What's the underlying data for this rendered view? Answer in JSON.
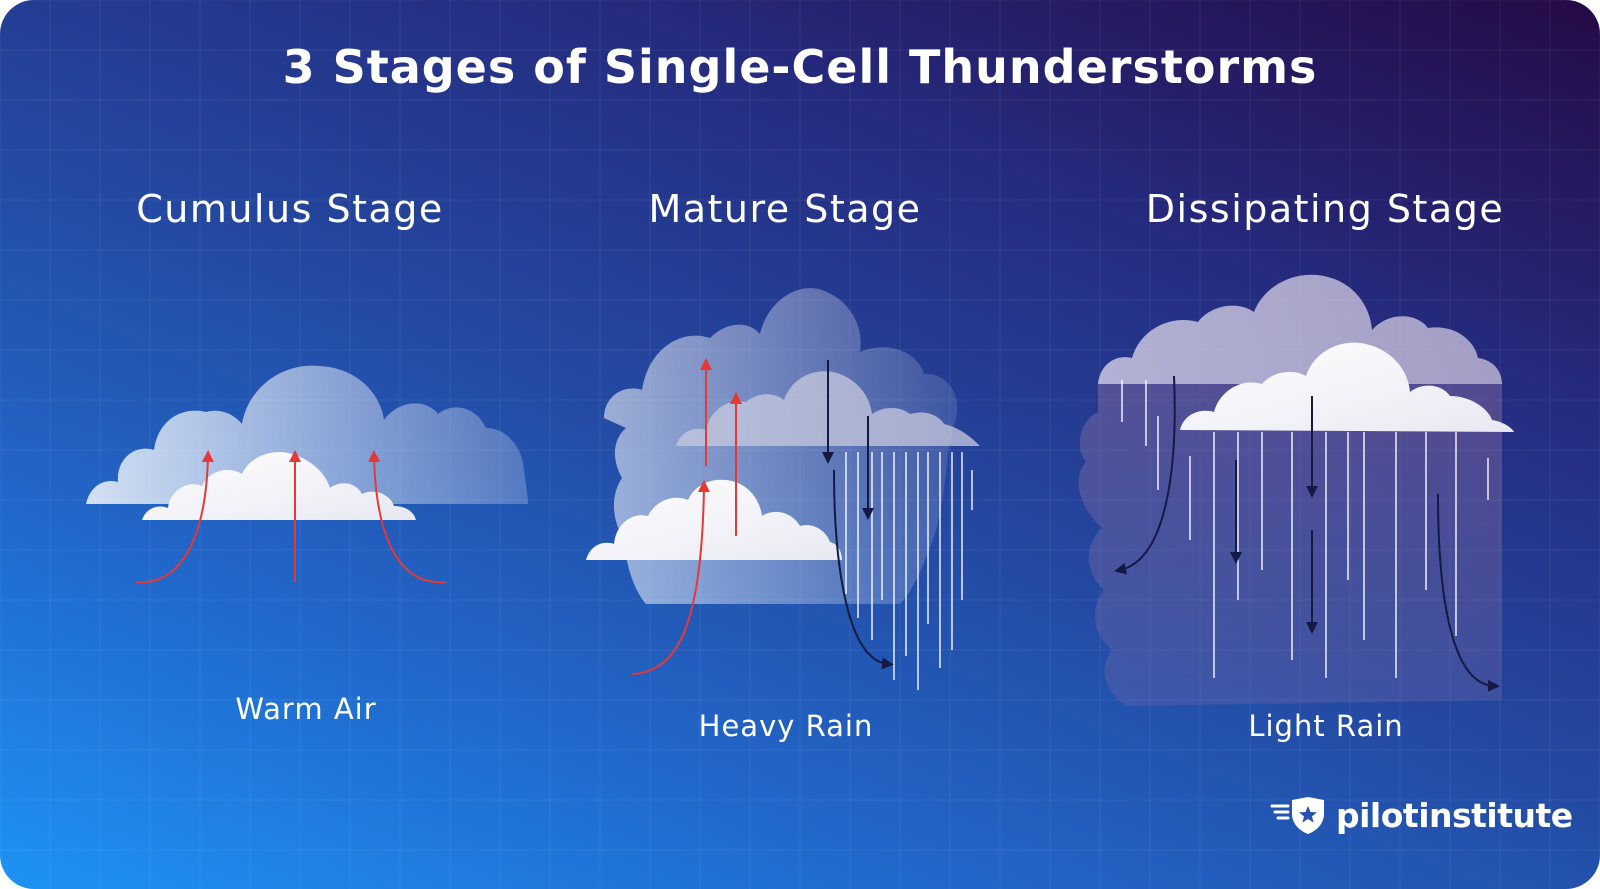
{
  "title": "3 Stages of Single-Cell Thunderstorms",
  "stages": [
    {
      "name": "Cumulus Stage",
      "caption": "Warm Air"
    },
    {
      "name": "Mature Stage",
      "caption": "Heavy Rain"
    },
    {
      "name": "Dissipating Stage",
      "caption": "Light Rain"
    }
  ],
  "brand": {
    "name": "pilotinstitute",
    "logo": "shield-star-wings-icon"
  },
  "colors": {
    "updraft_arrow": "#e53935",
    "downdraft_arrow": "#141a45",
    "cloud": "#ffffff",
    "rain": "#ffffff"
  }
}
